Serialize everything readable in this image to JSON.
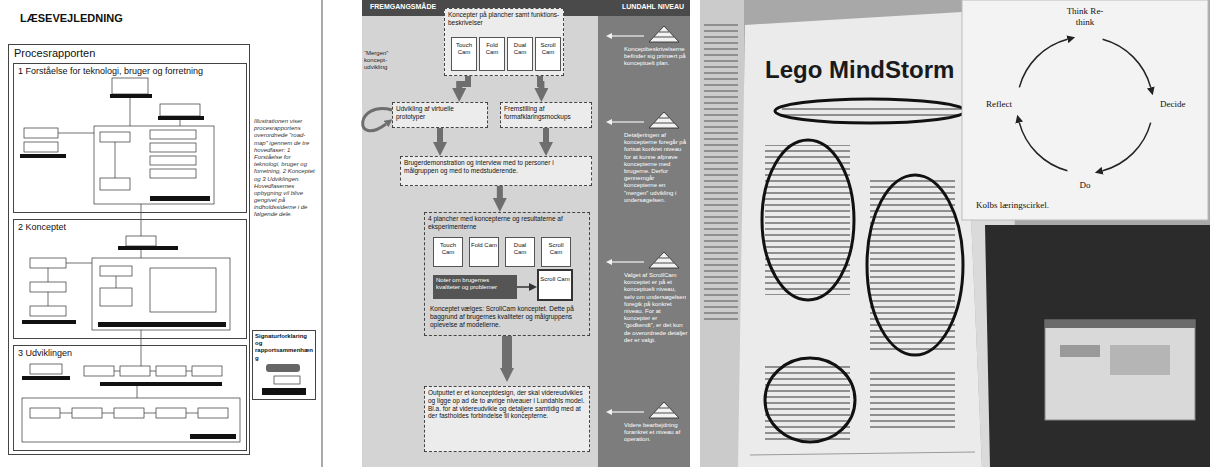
{
  "diagram": {
    "title": "LÆSEVEJLEDNING",
    "nodes": [
      {
        "text": [
          "Procesrapporten"
        ]
      },
      {
        "text": [
          "1 Forståelse for teknologi, bruger og forretning"
        ],
        "in": 0
      },
      {
        "text": [
          "2 Konceptet"
        ],
        "in": 0
      },
      {
        "text": [
          "3 Udviklingen"
        ],
        "in": 0
      },
      {
        "text": [
          "Signaturforklaring og rapportsammenhæng"
        ]
      },
      {
        "text": [
          "Koncepter på plancher samt funktions-beskrivelser"
        ]
      },
      {
        "text": [
          "Touch Cam"
        ],
        "in": 5
      },
      {
        "text": [
          "Fold Cam"
        ],
        "in": 5
      },
      {
        "text": [
          "Dual Cam"
        ],
        "in": 5
      },
      {
        "text": [
          "Scroll Cam"
        ],
        "in": 5
      },
      {
        "text": [
          "Udvikling af virtuelle prototyper"
        ]
      },
      {
        "text": [
          "Fremstilling af formafklaringsmockups"
        ]
      },
      {
        "text": [
          "Brugerdemonstration og interview med to personer i målgruppen og med to medstuderende."
        ]
      },
      {
        "text": [
          "4 plancher med koncepterne og resultaterne af eksperimenterne",
          "Konceptet vælges: ScrollCam konceptet. Dette på baggrund af brugernes kvaliteter og målgruppens oplevelse af modellerne."
        ]
      },
      {
        "text": [
          "Touch Cam"
        ],
        "in": 13
      },
      {
        "text": [
          "Fold Cam"
        ],
        "in": 13
      },
      {
        "text": [
          "Dual Cam"
        ],
        "in": 13
      },
      {
        "text": [
          "Scroll Cam"
        ],
        "in": 13
      },
      {
        "text": [
          "Noter om brugernes kvaliteter og problemer"
        ],
        "in": 13
      },
      {
        "text": [
          "Scroll Cam"
        ],
        "in": 13
      },
      {
        "text": [
          "Outputtet er et konceptdesign, der skal videreudvikles og ligge op ad de to øvrige niveauer i Lundahls model. Bl.a. for at videreudvikle og detaljere samtidig med at der fastholdes forbindelse til koncepterne."
        ]
      }
    ],
    "edges": [
      {
        "from": 5,
        "to": 10,
        "arrow": "to"
      },
      {
        "from": 5,
        "to": 11,
        "arrow": "to"
      },
      {
        "from": 10,
        "to": 12,
        "arrow": "to"
      },
      {
        "from": 11,
        "to": 12,
        "arrow": "to"
      },
      {
        "from": 12,
        "to": 13,
        "arrow": "to"
      },
      {
        "from": 18,
        "to": 19,
        "arrow": "to"
      },
      {
        "from": 13,
        "to": 20,
        "arrow": "to"
      }
    ],
    "labels": [
      "Illustrationen viser procesrapportens overordnede ”road-map” igennem de tre hovedfaser: 1 Forståelse for teknologi, bruger og forretning, 2 Konceptet og 3 Udviklingen. Hovedfasernes opbygning vil blive gengivet på indholdssiderne i de følgende dele.",
      "FREMGANGSMÅDE",
      "LUNDAHL NIVEAU",
      "“Mergen” koncept-udvikling",
      "Konceptbeskrivelserne befinder sig primært på konceptuelt plan.",
      "Detaljeringen af koncepterne foregår på fortsat konkret niveau for at kunne afprøve koncepterne med brugerne. Derfor gennemgår koncepterne en ”mergen” udvikling i undersøgelsen.",
      "Valget af ScrollCam konceptet er på et konceptuelt niveau, selv om undersøgelsen foregik på konkret niveau. For at koncepter er ”godkendt”, er det kun de overordnede detaljer der er valgt.",
      "Videre bearbejdning forankret et niveau af operation.",
      "Lego MindStorm",
      "Think Re-think",
      "Reflect",
      "Decide",
      "Do",
      "Kolbs læringscirkel."
    ]
  }
}
